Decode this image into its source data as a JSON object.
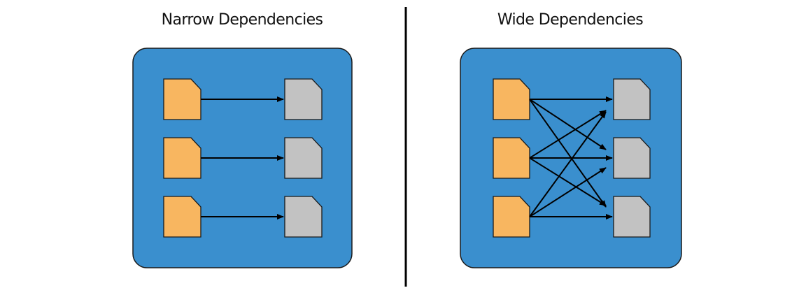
{
  "panels": [
    {
      "title": "Narrow Dependencies",
      "parents": 3,
      "children": 3,
      "dependency": "one-to-one"
    },
    {
      "title": "Wide Dependencies",
      "parents": 3,
      "children": 3,
      "dependency": "all-to-all"
    }
  ],
  "colors": {
    "panel_fill": "#3a8fce",
    "panel_border": "#1a1a1a",
    "parent_fill": "#f8b660",
    "child_fill": "#c2c2c2",
    "arrow": "#000000",
    "divider": "#000000"
  },
  "icons": {
    "partition": "document-page-icon"
  }
}
